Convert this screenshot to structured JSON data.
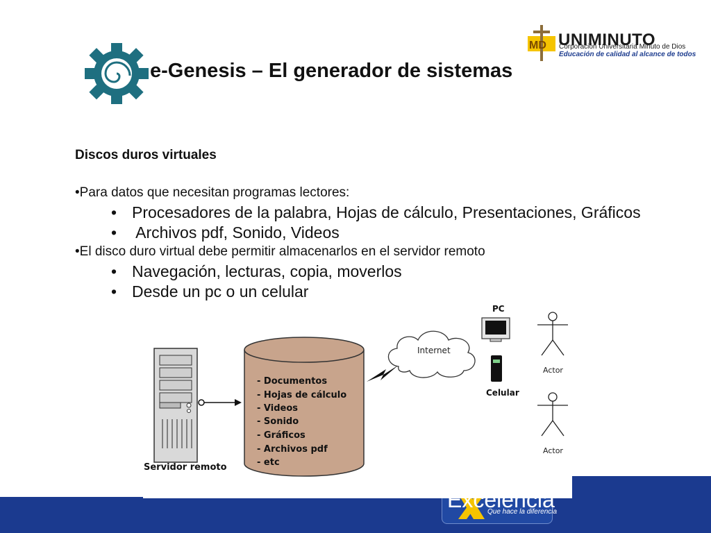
{
  "header": {
    "title": "e-Genesis – El generador de sistemas",
    "logo_icon": "gear-spiral-icon",
    "university": {
      "name": "UNIMINUTO",
      "subtitle": "Corporación Universitaria Minuto de Dios",
      "tagline": "Educación de calidad al alcance de todos",
      "mark": "MD"
    }
  },
  "content": {
    "heading": "Discos duros virtuales",
    "bullet1": "•Para datos que necesitan programas lectores:",
    "sub1": [
      "Procesadores de la palabra, Hojas de cálculo, Presentaciones, Gráficos",
      " Archivos pdf, Sonido, Videos"
    ],
    "bullet2": "•El disco duro virtual debe permitir almacenarlos en el servidor remoto",
    "sub2": [
      "Navegación, lecturas, copia, moverlos",
      "Desde un pc o un celular"
    ],
    "sub_marker": "•"
  },
  "diagram": {
    "server_label": "Servidor remoto",
    "storage_items": [
      "- Documentos",
      "- Hojas de cálculo",
      "- Videos",
      "- Sonido",
      "- Gráficos",
      "- Archivos pdf",
      "- etc"
    ],
    "cloud_label": "Internet",
    "pc_label": "PC",
    "phone_label": "Celular",
    "actor_labels": [
      "Actor",
      "Actor"
    ],
    "colors": {
      "cylinder": "#c8a48c",
      "server": "#d9d9d9"
    }
  },
  "footer": {
    "brand": "Excelencia",
    "tagline": "Que hace la diferencia",
    "colors": {
      "band": "#1b3a8f",
      "accent": "#f5c400"
    }
  }
}
